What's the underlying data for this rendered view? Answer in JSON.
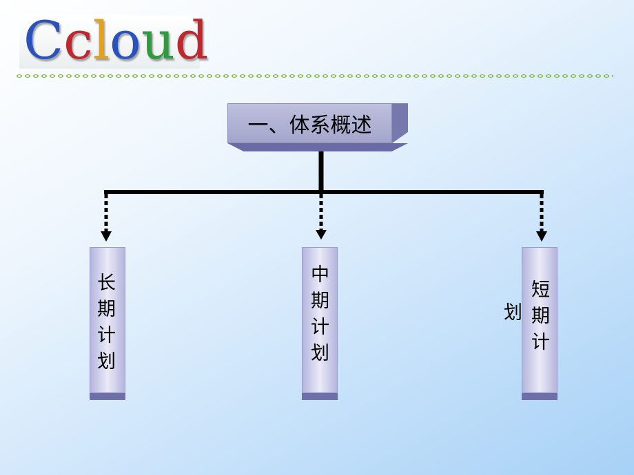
{
  "logo": {
    "letters": [
      "C",
      "c",
      "l",
      "o",
      "u",
      "d"
    ],
    "letter_colors": [
      "#2a52be",
      "#c0262d",
      "#e3a21a",
      "#2a52be",
      "#2f9a3e",
      "#c0262d"
    ]
  },
  "title": "一、体系概述",
  "branches": [
    {
      "chars": [
        "长",
        "期",
        "计",
        "划"
      ]
    },
    {
      "chars": [
        "中",
        "期",
        "计",
        "划"
      ]
    },
    {
      "chars": [
        "短",
        "期",
        "计"
      ],
      "overflow_char": "划"
    }
  ],
  "colors": {
    "box_face": "#b4b5dd",
    "box_shadow": "#6e6fa8",
    "chain": "#8cc63f",
    "connector": "#000000"
  }
}
